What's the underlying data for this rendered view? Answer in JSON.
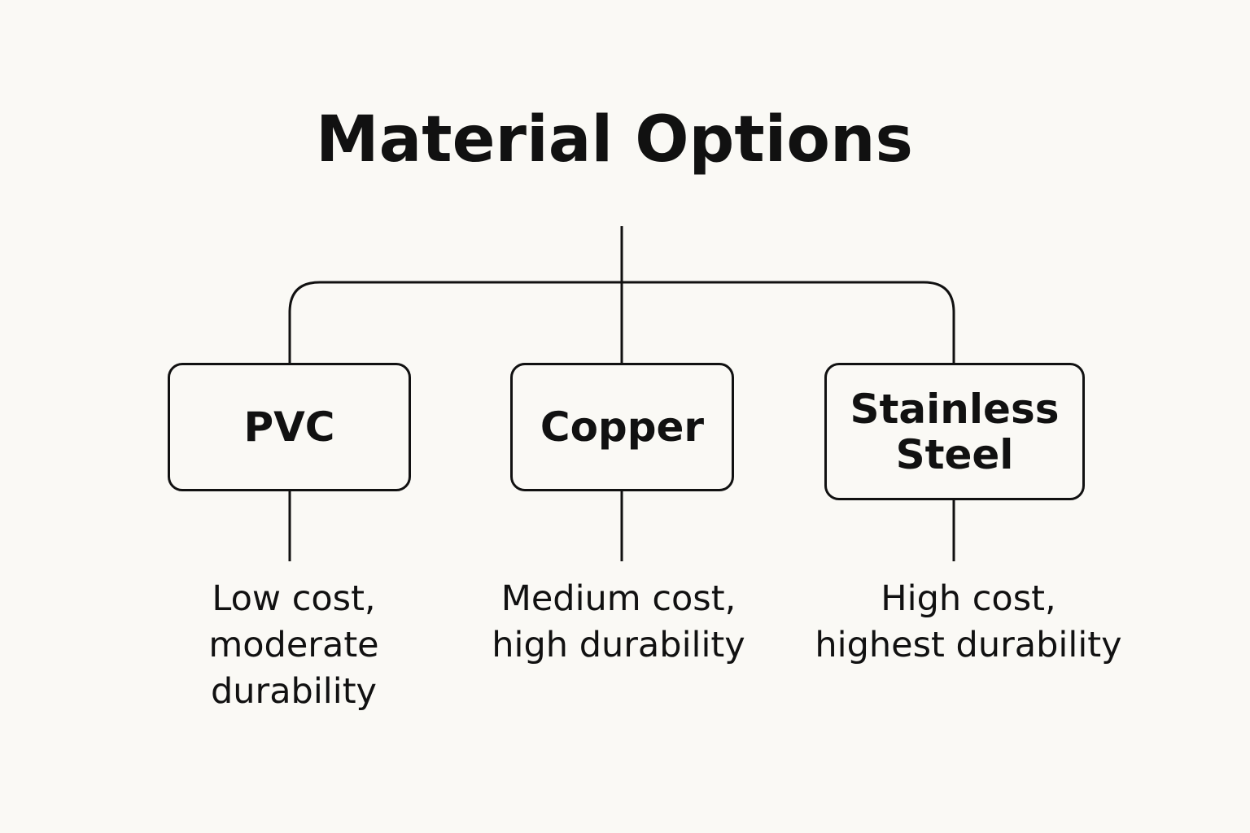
{
  "diagram": {
    "title": "Material Options",
    "options": [
      {
        "name": "PVC",
        "description": "Low cost,\nmoderate\ndurability"
      },
      {
        "name": "Copper",
        "description": "Medium cost,\nhigh durability"
      },
      {
        "name": "Stainless\nSteel",
        "description": "High cost,\nhighest durability"
      }
    ],
    "line_color": "#111111",
    "background_color": "#faf9f5"
  }
}
